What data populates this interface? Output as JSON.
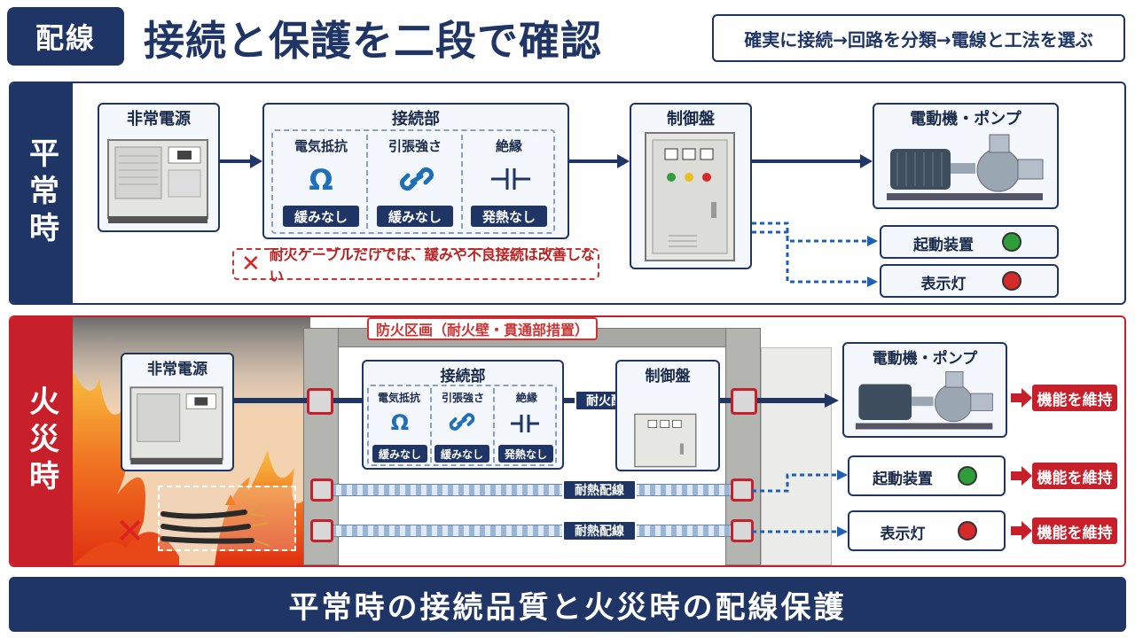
{
  "header": {
    "tag": "配線",
    "title": "接続と保護を二段で確認",
    "subtitle": "確実に接続→回路を分類→電線と工法を選ぶ"
  },
  "normal": {
    "band": "平常時",
    "generator_label": "非常電源",
    "connection_title": "接続部",
    "items": [
      {
        "label": "電気抵抗",
        "icon": "omega-icon",
        "status": "緩みなし"
      },
      {
        "label": "引張強さ",
        "icon": "chain-link-icon",
        "status": "緩みなし"
      },
      {
        "label": "絶縁",
        "icon": "capacitor-icon",
        "status": "発熱なし"
      }
    ],
    "warning": "耐火ケーブルだけでは、緩みや不良接続は改善しない",
    "control_label": "制御盤",
    "motor_label": "電動機・ポンプ",
    "starter_label": "起動装置",
    "lamp_label": "表示灯"
  },
  "fire": {
    "band": "火災時",
    "zone_label": "防火区画（耐火壁・貫通部措置）",
    "generator_label": "非常電源",
    "connection_title": "接続部",
    "items": [
      {
        "label": "電気抵抗",
        "icon": "omega-icon",
        "status": "緩みなし"
      },
      {
        "label": "引張強さ",
        "icon": "chain-link-icon",
        "status": "緩みなし"
      },
      {
        "label": "絶縁",
        "icon": "capacitor-icon",
        "status": "発熱なし"
      }
    ],
    "control_label": "制御盤",
    "fireproof_wiring": "耐火配線",
    "heatproof_wiring_1": "耐熱配線",
    "heatproof_wiring_2": "耐熱配線",
    "motor_label": "電動機・ポンプ",
    "starter_label": "起動装置",
    "lamp_label": "表示灯",
    "function_1": "機能を維持",
    "function_2": "機能を維持",
    "function_3": "機能を維持"
  },
  "footer": "平常時の接続品質と火災時の配線保護",
  "colors": {
    "navy": "#1e3566",
    "red": "#c8202a",
    "green": "#2e9e3a",
    "lamp_red": "#d42a2a"
  }
}
